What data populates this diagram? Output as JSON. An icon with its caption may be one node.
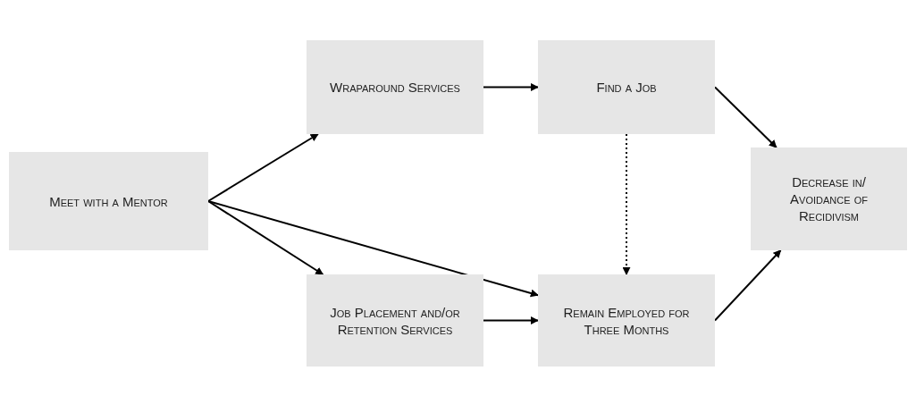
{
  "diagram": {
    "nodes": [
      {
        "text": [
          "Meet with a Mentor"
        ]
      },
      {
        "text": [
          "Wraparound Services"
        ]
      },
      {
        "text": [
          "Find a Job"
        ]
      },
      {
        "text": [
          "Job Placement and/or Retention Services"
        ]
      },
      {
        "text": [
          "Remain Employed for Three Months"
        ]
      },
      {
        "text": [
          "Decrease in/ Avoidance of Recidivism"
        ]
      }
    ],
    "edges": [
      {
        "from": 0,
        "to": 1,
        "arrow": "to"
      },
      {
        "from": 0,
        "to": 3,
        "arrow": "to"
      },
      {
        "from": 0,
        "to": 4,
        "arrow": "to"
      },
      {
        "from": 1,
        "to": 2,
        "arrow": "to"
      },
      {
        "from": 3,
        "to": 4,
        "arrow": "to"
      },
      {
        "from": 2,
        "to": 5,
        "arrow": "to"
      },
      {
        "from": 2,
        "to": 4,
        "arrow": "to",
        "style": "dashed"
      },
      {
        "from": 4,
        "to": 5,
        "arrow": "to"
      }
    ]
  }
}
